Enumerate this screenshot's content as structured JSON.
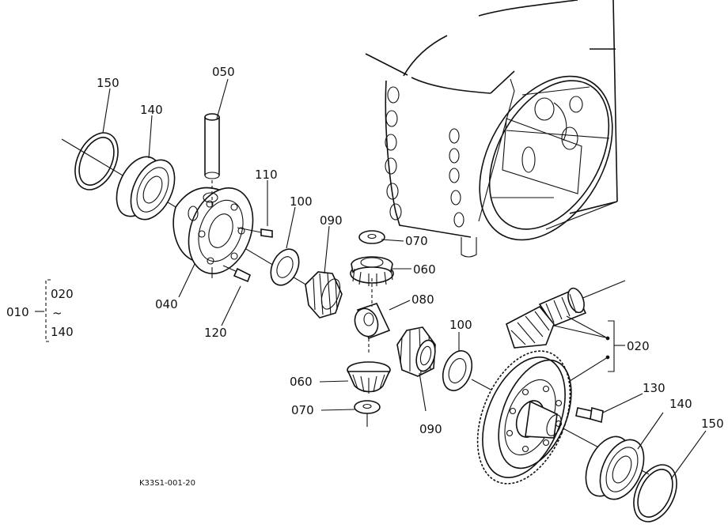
{
  "diagram": {
    "labels": {
      "l010": "010",
      "l020a": "020",
      "l140a": "140",
      "l020b": "020",
      "l040": "040",
      "l050": "050",
      "l060a": "060",
      "l060b": "060",
      "l070a": "070",
      "l070b": "070",
      "l080": "080",
      "l090a": "090",
      "l090b": "090",
      "l100a": "100",
      "l100b": "100",
      "l110": "110",
      "l120": "120",
      "l130": "130",
      "l140b": "140",
      "l140c": "140",
      "l150a": "150",
      "l150b": "150",
      "tilde": "~"
    },
    "drawing_code": "K33S1-001-20"
  }
}
